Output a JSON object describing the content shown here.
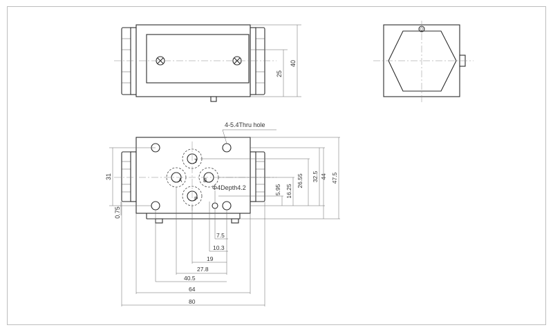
{
  "labels": {
    "thru_hole": "4-5.4Thru hole",
    "depth": "Φ4Depth4.2",
    "port_a": "A",
    "port_b": "B",
    "port_t": "T",
    "port_p": "P"
  },
  "dims": {
    "d40": "40",
    "d25": "25",
    "d31": "31",
    "d075": "0.75",
    "d5_95": "5.95",
    "d16_25": "16.25",
    "d26_55": "26.55",
    "d32_5": "32.5",
    "d44": "44",
    "d47_5": "47.5",
    "d7_5": "7.5",
    "d10_3": "10.3",
    "d19": "19",
    "d27_8": "27.8",
    "d40_5": "40.5",
    "d64": "64",
    "d80": "80"
  }
}
